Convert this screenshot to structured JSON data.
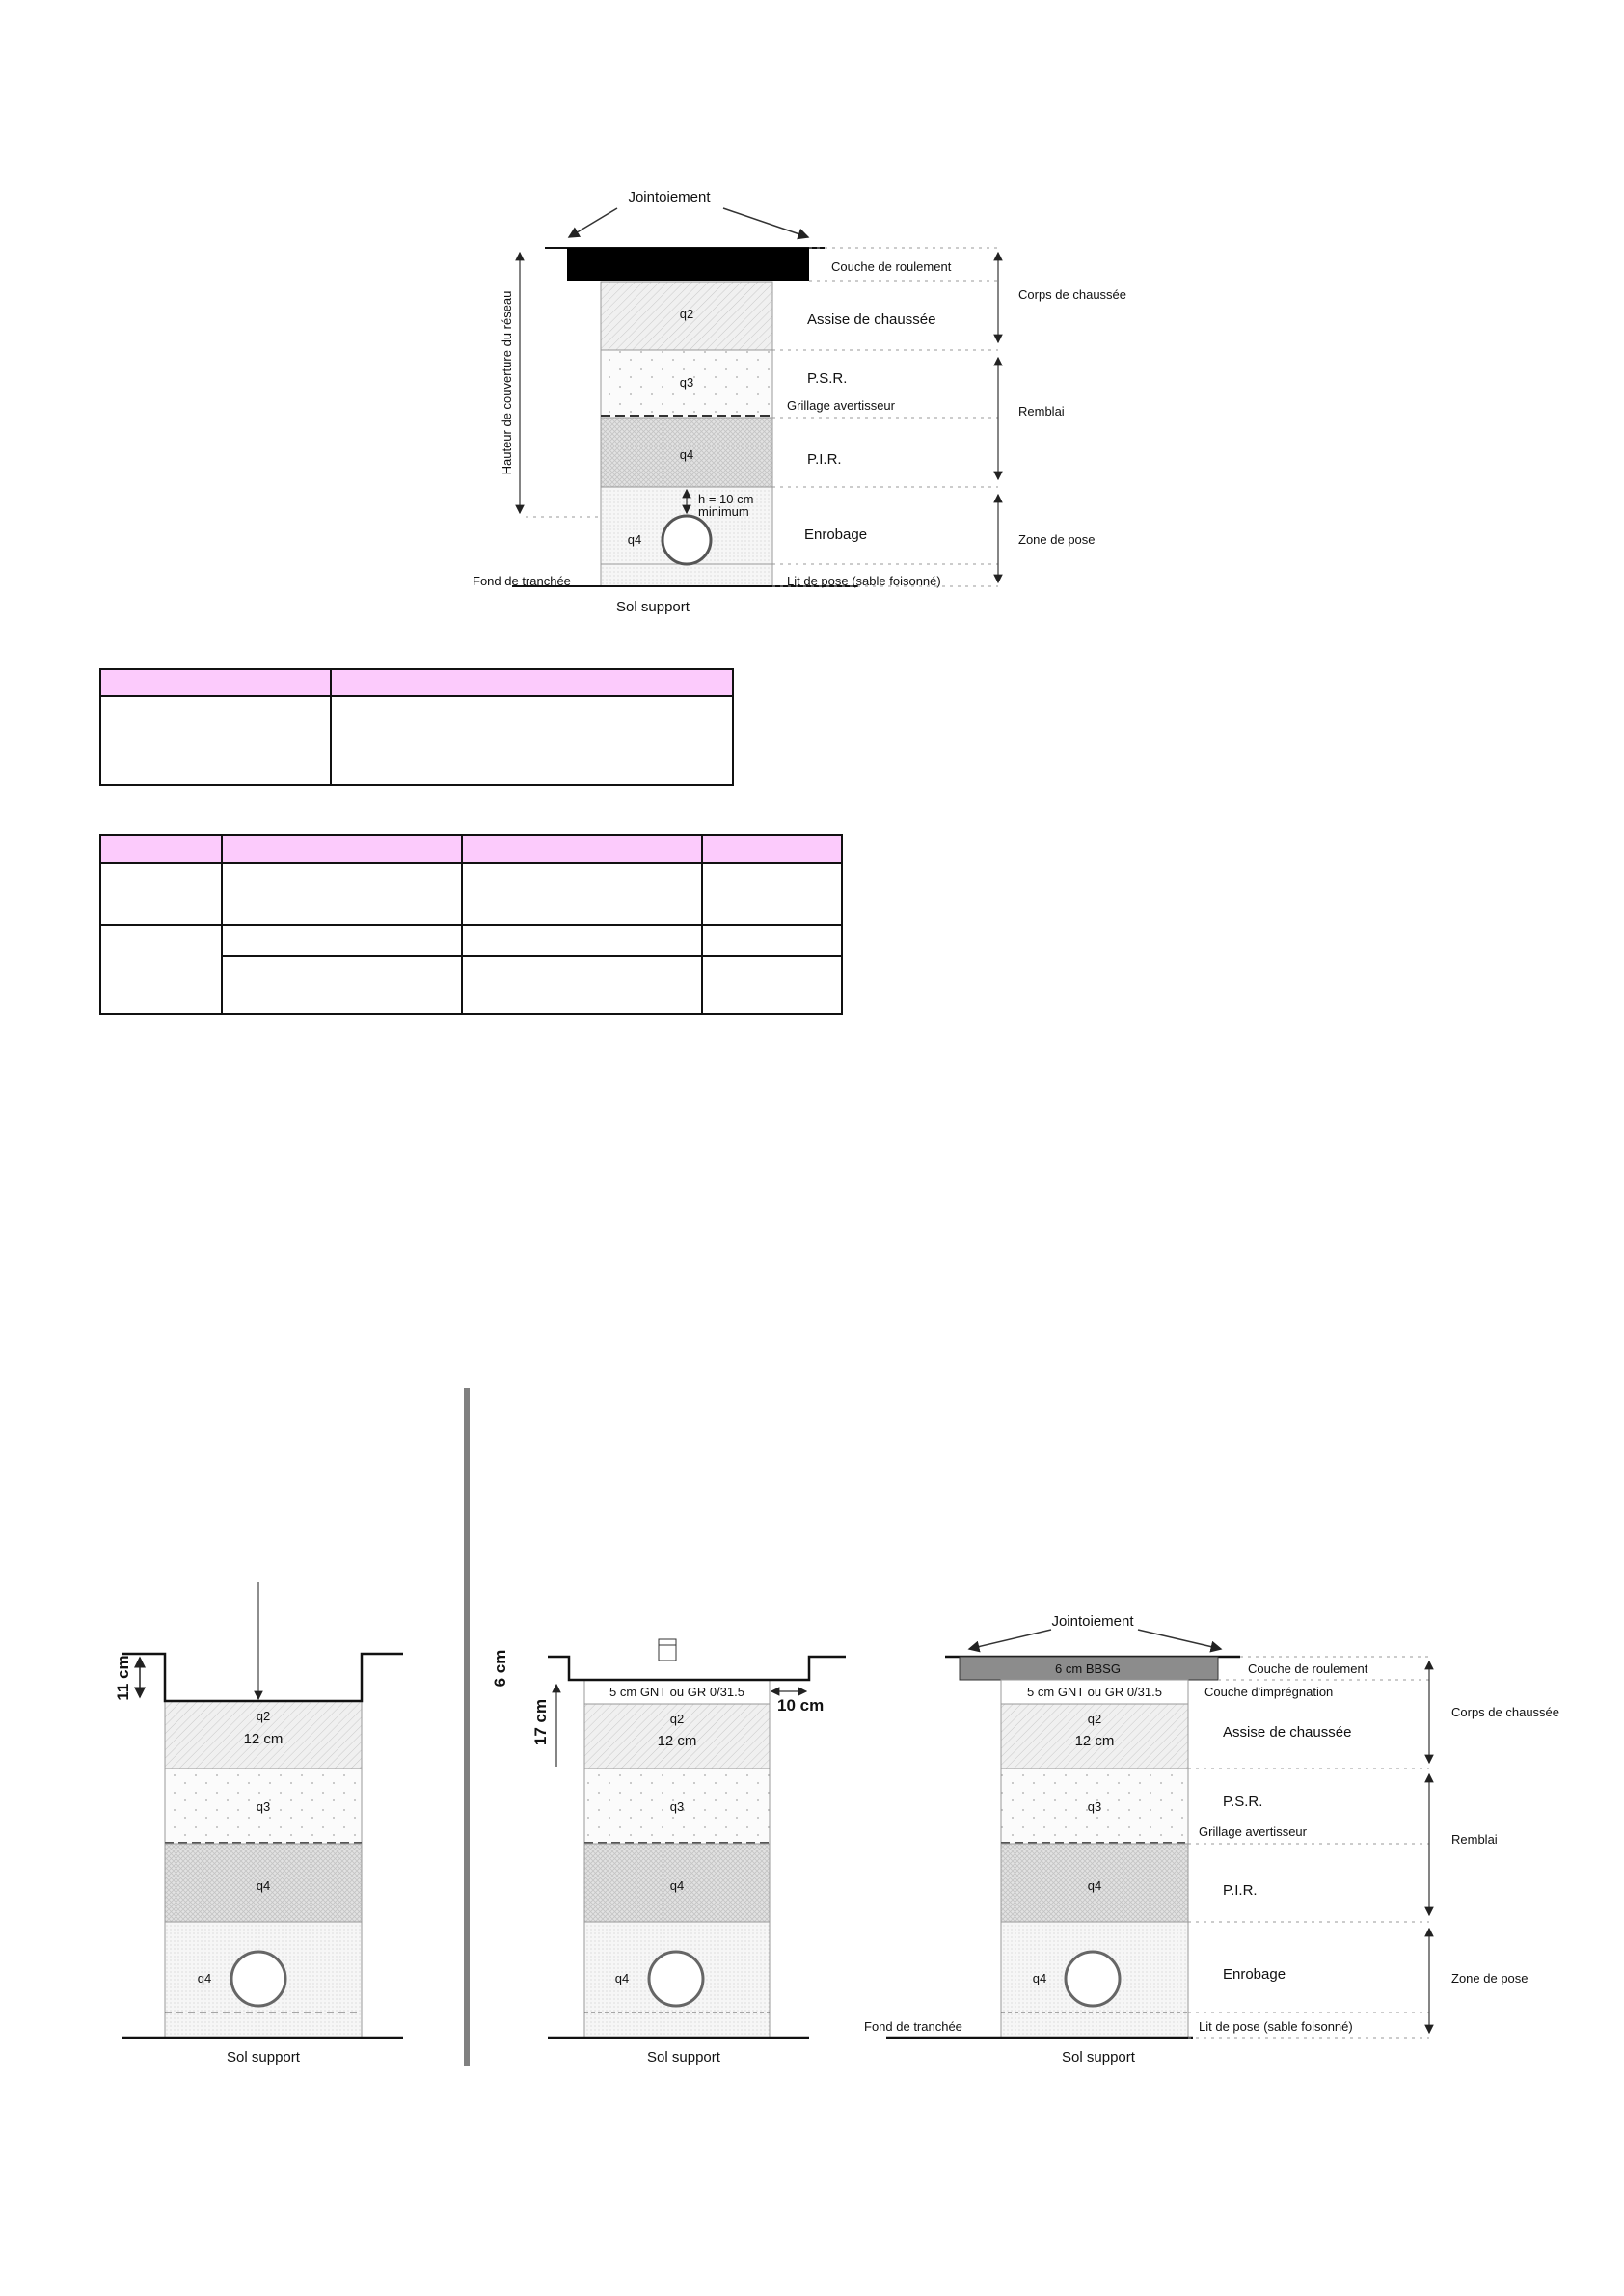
{
  "colors": {
    "table_header": "#fccbfc",
    "slab_black": "#000000",
    "slab_gray": "#8c8c8c",
    "separator": "#808080"
  },
  "diagram_top": {
    "jointoiement": "Jointoiement",
    "couche_roulement": "Couche de roulement",
    "assise": "Assise de chaussée",
    "psr": "P.S.R.",
    "grillage": "Grillage avertisseur",
    "pir": "P.I.R.",
    "enrobage": "Enrobage",
    "lit_de_pose": "Lit de pose (sable foisonné)",
    "corps": "Corps de chaussée",
    "remblai": "Remblai",
    "zone_pose": "Zone de pose",
    "fond": "Fond de tranchée",
    "sol": "Sol support",
    "hauteur": "Hauteur de couverture du réseau",
    "h_label": "h = 10 cm",
    "h_min": "minimum",
    "q2": "q2",
    "q3": "q3",
    "q4": "q4",
    "q4_pipe": "q4"
  },
  "diagram_left": {
    "dim": "11 cm",
    "q2": "q2",
    "q2_thickness": "12 cm",
    "q3": "q3",
    "q4": "q4",
    "q4_pipe": "q4",
    "sol": "Sol support"
  },
  "diagram_middle": {
    "dim_top": "6 cm",
    "dim_depth": "17 cm",
    "dim_side": "10 cm",
    "gnt": "5 cm GNT ou GR 0/31.5",
    "q2": "q2",
    "q2_thickness": "12 cm",
    "q3": "q3",
    "q4": "q4",
    "q4_pipe": "q4",
    "sol": "Sol support"
  },
  "diagram_right": {
    "jointoiement": "Jointoiement",
    "bbsg": "6 cm BBSG",
    "gnt": "5 cm GNT ou GR 0/31.5",
    "couche_roulement": "Couche de roulement",
    "impregnation": "Couche d'imprégnation",
    "assise": "Assise de chaussée",
    "psr": "P.S.R.",
    "grillage": "Grillage avertisseur",
    "pir": "P.I.R.",
    "enrobage": "Enrobage",
    "lit_de_pose": "Lit de pose (sable foisonné)",
    "corps": "Corps de chaussée",
    "remblai": "Remblai",
    "zone_pose": "Zone de pose",
    "fond": "Fond de tranchée",
    "sol": "Sol support",
    "q2": "q2",
    "q2_thickness": "12 cm",
    "q3": "q3",
    "q4": "q4",
    "q4_pipe": "q4"
  }
}
